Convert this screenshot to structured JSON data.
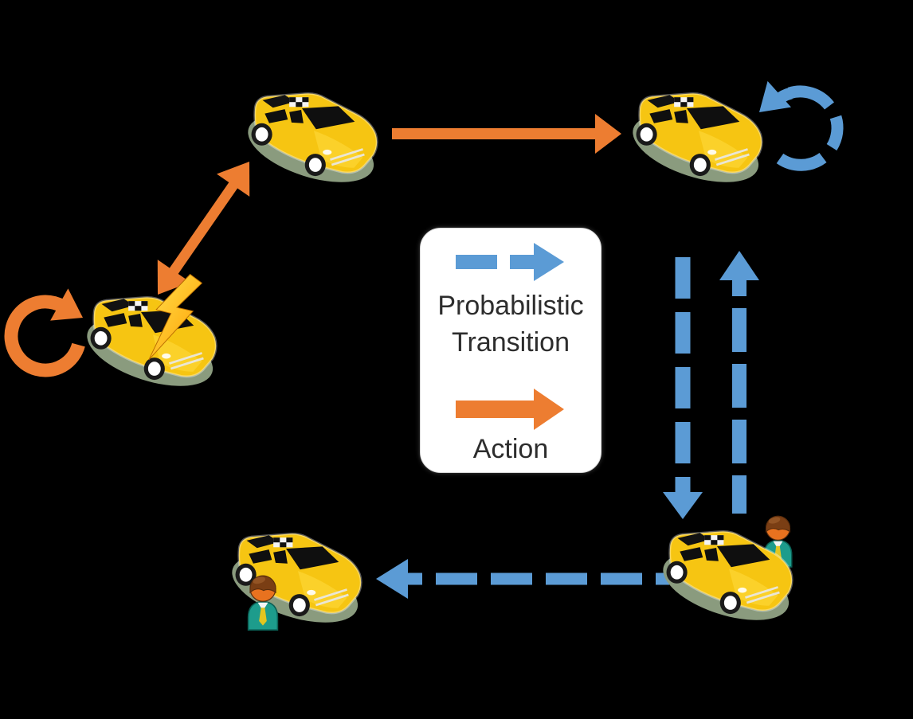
{
  "colors": {
    "background": "#000000",
    "action_orange": "#ED7D31",
    "probabilistic_blue": "#5B9BD5",
    "legend_background": "#FFFFFF",
    "legend_text": "#2D2D2D",
    "taxi_yellow": "#F6C512",
    "lightning_gradient": [
      "#FFE14D",
      "#FF9E00"
    ],
    "passenger_shirt_teal": "#1D9C8C",
    "passenger_head_brown": "#7A3E14"
  },
  "legend": {
    "probabilistic": {
      "line1": "Probabilistic",
      "line2": "Transition",
      "arrow_style": "blue-dashed-arrow"
    },
    "action": {
      "label": "Action",
      "arrow_style": "orange-solid-arrow"
    }
  },
  "diagram": {
    "states": [
      {
        "id": "state-top-left",
        "icon": "taxi-icon"
      },
      {
        "id": "state-top-right",
        "icon": "taxi-icon",
        "self_loop": "probabilistic"
      },
      {
        "id": "state-mid-left",
        "icon": "taxi-icon",
        "badge": "lightning-icon",
        "self_loop": "action"
      },
      {
        "id": "state-bottom-left",
        "icon": "taxi-icon",
        "badge": "passenger-icon"
      },
      {
        "id": "state-bottom-right",
        "icon": "taxi-icon",
        "badge": "passenger-icon"
      }
    ],
    "edges": [
      {
        "from": "state-mid-left",
        "to": "state-top-left",
        "type": "action",
        "style": "solid-double-headed"
      },
      {
        "from": "state-top-left",
        "to": "state-top-right",
        "type": "action",
        "style": "solid"
      },
      {
        "from": "state-top-right",
        "to": "state-bottom-right",
        "type": "probabilistic",
        "style": "dashed"
      },
      {
        "from": "state-bottom-right",
        "to": "state-top-right",
        "type": "probabilistic",
        "style": "dashed"
      },
      {
        "from": "state-bottom-right",
        "to": "state-bottom-left",
        "type": "probabilistic",
        "style": "dashed"
      },
      {
        "from": "state-top-right",
        "to": "state-top-right",
        "type": "probabilistic",
        "style": "dashed-circular-self-loop"
      },
      {
        "from": "state-mid-left",
        "to": "state-mid-left",
        "type": "action",
        "style": "solid-circular-self-loop"
      }
    ]
  }
}
